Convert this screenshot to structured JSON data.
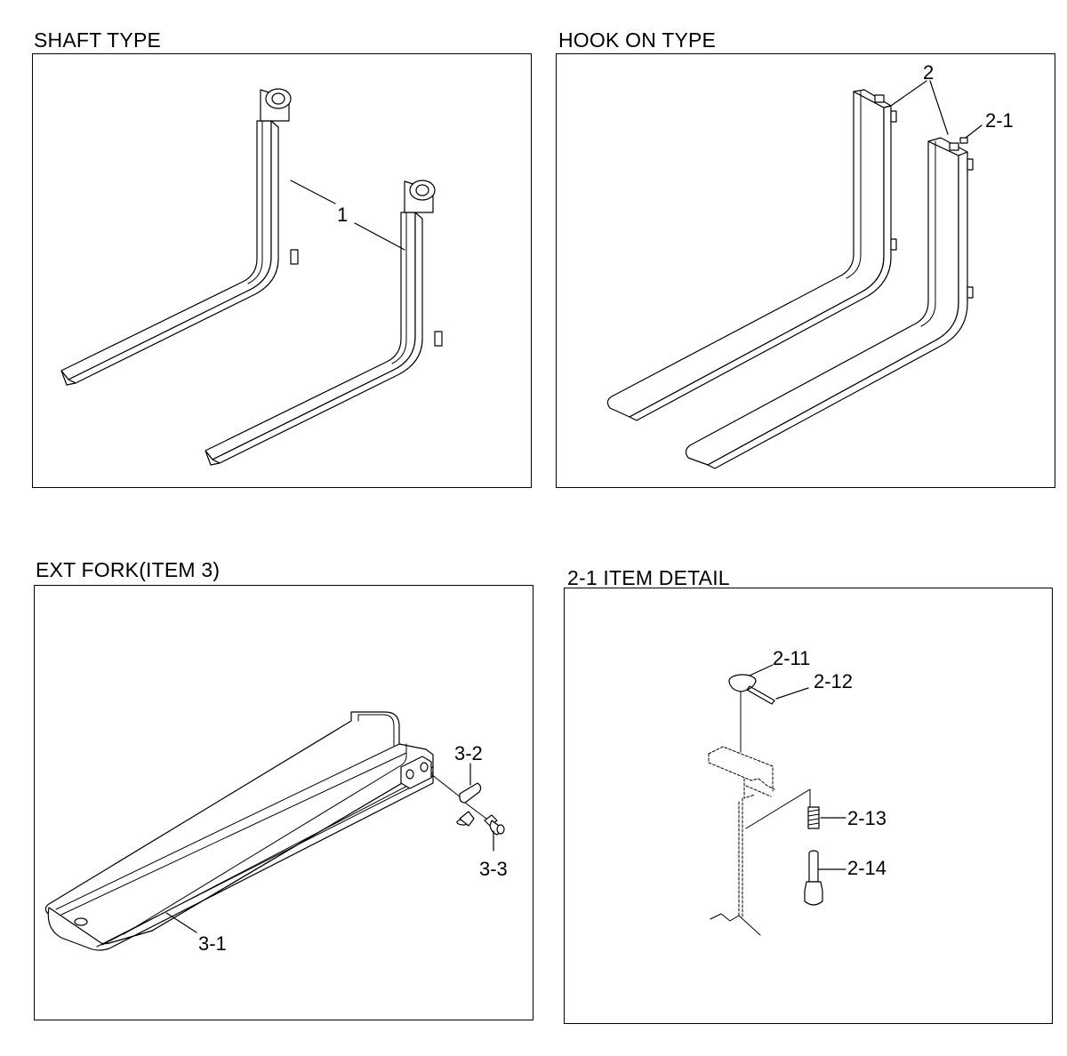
{
  "panels": {
    "shaft": {
      "title": "SHAFT TYPE",
      "callouts": {
        "fork": "1"
      }
    },
    "hook": {
      "title": "HOOK ON TYPE",
      "callouts": {
        "fork": "2",
        "item": "2-1"
      }
    },
    "ext": {
      "title": "EXT FORK(ITEM 3)",
      "callouts": {
        "body": "3-1",
        "pin": "3-2",
        "bolt": "3-3"
      }
    },
    "detail": {
      "title": "2-1 ITEM DETAIL",
      "callouts": {
        "knob": "2-11",
        "rod": "2-12",
        "spring": "2-13",
        "lock_pin": "2-14"
      }
    }
  }
}
